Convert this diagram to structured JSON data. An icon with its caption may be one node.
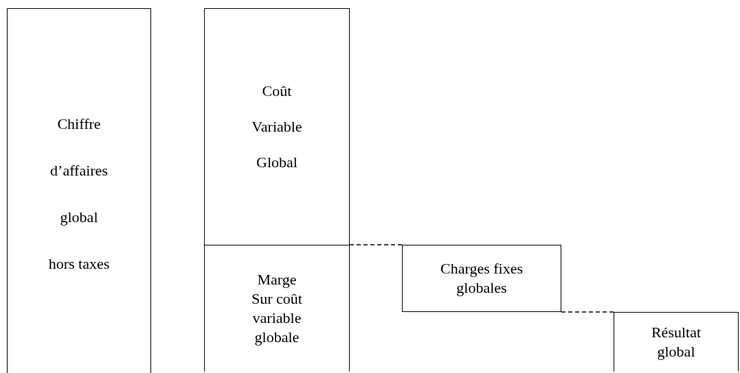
{
  "diagram": {
    "nodes": [
      {
        "text": [
          "Chiffre d’affaires global hors taxes"
        ]
      },
      {
        "text": [
          "Coût Variable Global"
        ]
      },
      {
        "text": [
          "Marge Sur coût variable globale"
        ]
      },
      {
        "text": [
          "Charges fixes globales"
        ]
      },
      {
        "text": [
          "Résultat global"
        ]
      }
    ],
    "edges": [
      {
        "from": 2,
        "to": 3,
        "arrow": "none",
        "style": "dashed"
      },
      {
        "from": 3,
        "to": 4,
        "arrow": "none",
        "style": "dashed"
      }
    ]
  }
}
